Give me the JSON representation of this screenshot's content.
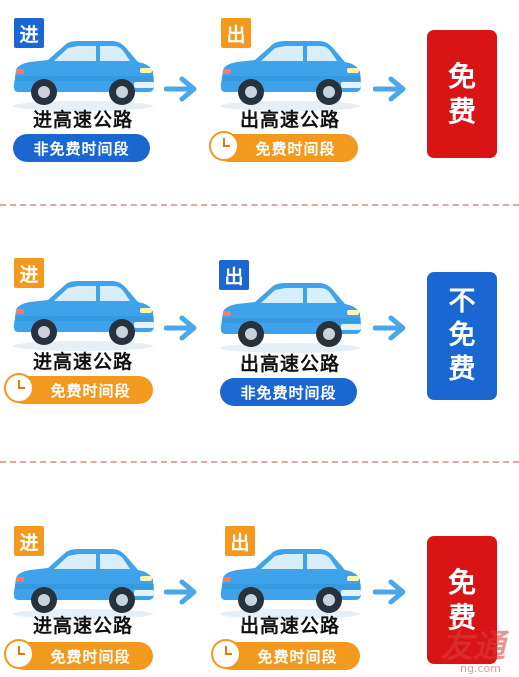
{
  "colors": {
    "blue": "#1a67d2",
    "orange": "#f39a1e",
    "red": "#d81414",
    "car_body": "#3ea3ea",
    "arrow": "#4aa8ea"
  },
  "rows": [
    {
      "entry": {
        "tag": "进",
        "label": "进高速公路",
        "period": "非免费时间段",
        "period_type": "non-free"
      },
      "exit": {
        "tag": "出",
        "label": "出高速公路",
        "period": "免费时间段",
        "period_type": "free"
      },
      "result": {
        "lines": [
          "免",
          "费"
        ],
        "type": "free"
      }
    },
    {
      "entry": {
        "tag": "进",
        "label": "进高速公路",
        "period": "免费时间段",
        "period_type": "free"
      },
      "exit": {
        "tag": "出",
        "label": "出高速公路",
        "period": "非免费时间段",
        "period_type": "non-free"
      },
      "result": {
        "lines": [
          "不",
          "免",
          "费"
        ],
        "type": "not-free"
      }
    },
    {
      "entry": {
        "tag": "进",
        "label": "进高速公路",
        "period": "免费时间段",
        "period_type": "free"
      },
      "exit": {
        "tag": "出",
        "label": "出高速公路",
        "period": "免费时间段",
        "period_type": "free"
      },
      "result": {
        "lines": [
          "免",
          "费"
        ],
        "type": "free"
      }
    }
  ],
  "watermark": {
    "text": "友通",
    "sub": "ng.com"
  }
}
